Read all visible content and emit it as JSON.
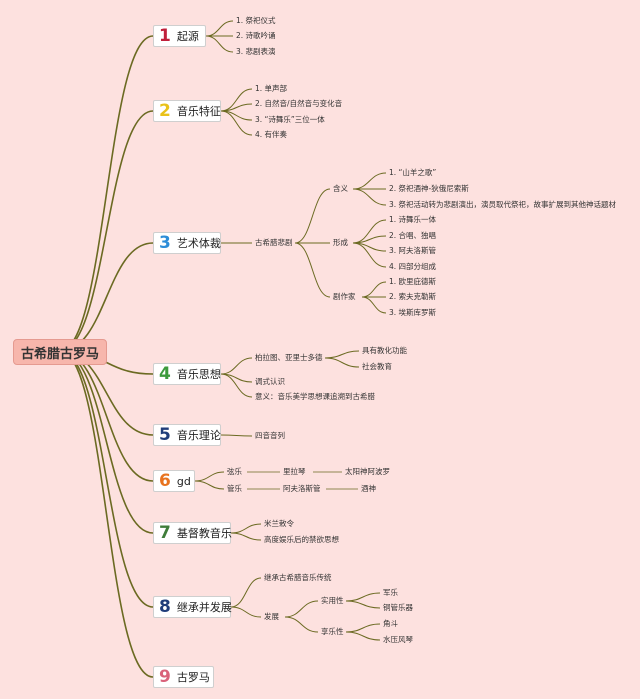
{
  "root": {
    "label": "古希腊古罗马"
  },
  "branches": [
    {
      "num": "1",
      "color": "#c0203b",
      "label": "起源",
      "items": [
        "1. 祭祀仪式",
        "2. 诗歌吟诵",
        "3. 悲剧表演"
      ]
    },
    {
      "num": "2",
      "color": "#e9c21a",
      "label": "音乐特征",
      "items": [
        "1. 单声部",
        "2. 自然音/自然音与变化音",
        "3. “诗舞乐”三位一体",
        "4. 有伴奏"
      ]
    },
    {
      "num": "3",
      "color": "#2d8dd8",
      "label": "艺术体裁",
      "sub": {
        "label": "古希腊悲剧",
        "groups": [
          {
            "label": "含义",
            "items": [
              "1. “山羊之歌”",
              "2. 祭祀酒神-狄俄尼索斯",
              "3. 祭祀活动转为悲剧演出，演员取代祭祀，故事扩展到其他神话题材"
            ]
          },
          {
            "label": "形成",
            "items": [
              "1. 诗舞乐一体",
              "2. 合唱、独唱",
              "3. 阿夫洛斯管",
              "4. 四部分组成"
            ]
          },
          {
            "label": "剧作家",
            "items": [
              "1. 欧里庇德斯",
              "2. 索夫克勒斯",
              "3. 埃斯库罗斯"
            ]
          }
        ]
      }
    },
    {
      "num": "4",
      "color": "#3c9a3c",
      "label": "音乐思想",
      "items": [
        {
          "label": "柏拉图、亚里士多德",
          "children": [
            "具有教化功能",
            "社会教育"
          ]
        },
        {
          "label": "调式认识"
        },
        {
          "label": "意义：音乐美学思想课追溯到古希腊"
        }
      ]
    },
    {
      "num": "5",
      "color": "#1f3d7a",
      "label": "音乐理论",
      "items": [
        "四音音列"
      ]
    },
    {
      "num": "6",
      "color": "#e8731f",
      "label": "gd",
      "rows": [
        [
          "弦乐",
          "里拉琴",
          "太阳神阿波罗"
        ],
        [
          "管乐",
          "阿夫洛斯管",
          "酒神"
        ]
      ]
    },
    {
      "num": "7",
      "color": "#3f7d3a",
      "label": "基督教音乐",
      "items": [
        "米兰敕令",
        "高度娱乐后的禁欲思想"
      ]
    },
    {
      "num": "8",
      "color": "#1f3d7a",
      "label": "继承并发展",
      "items": [
        {
          "label": "继承古希腊音乐传统"
        },
        {
          "label": "发展",
          "children": [
            {
              "label": "实用性",
              "children": [
                "军乐",
                "铜管乐器"
              ]
            },
            {
              "label": "享乐性",
              "children": [
                "角斗",
                "水压风琴"
              ]
            }
          ]
        }
      ]
    },
    {
      "num": "9",
      "color": "#d9627a",
      "label": "古罗马"
    }
  ]
}
